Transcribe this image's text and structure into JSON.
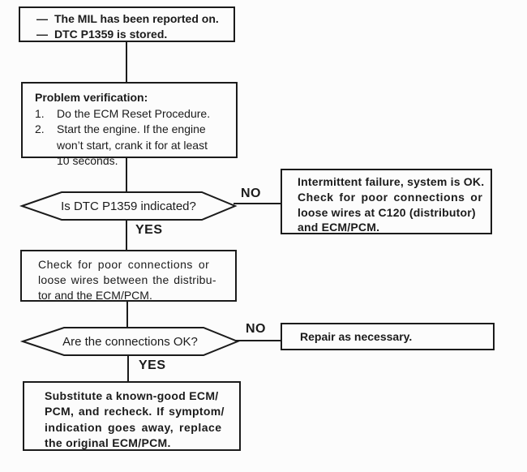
{
  "colors": {
    "ink": "#1b1b1b",
    "paper": "#fcfcfc"
  },
  "diagram": {
    "type": "flowchart",
    "nodes": {
      "start": {
        "bullet": "—",
        "lines": [
          "The MIL has been reported on.",
          "DTC P1359 is stored."
        ]
      },
      "verify": {
        "heading": "Problem verification:",
        "steps": [
          {
            "num": "1.",
            "lines": [
              "Do the ECM Reset Procedure."
            ]
          },
          {
            "num": "2.",
            "lines": [
              "Start the engine. If the engine",
              "won’t start, crank it for at least",
              "10 seconds."
            ]
          }
        ]
      },
      "decision_dtc": {
        "question": "Is DTC P1359 indicated?"
      },
      "intermittent": {
        "lines": [
          "Intermittent failure, system is OK.",
          "Check for poor connections or",
          "loose wires at C120 (distributor)",
          "and ECM/PCM."
        ]
      },
      "check_wires": {
        "lines": [
          "Check for poor connections or",
          "loose wires between the distribu-",
          "tor and the ECM/PCM."
        ]
      },
      "decision_connections": {
        "question": "Are the connections OK?"
      },
      "repair": {
        "lines": [
          "Repair as necessary."
        ]
      },
      "substitute": {
        "lines": [
          "Substitute a known-good ECM/",
          "PCM, and recheck. If symptom/",
          "indication goes away, replace",
          "the original ECM/PCM."
        ]
      }
    },
    "branch_labels": {
      "decision_dtc_no": "NO",
      "decision_dtc_yes": "YES",
      "decision_connections_no": "NO",
      "decision_connections_yes": "YES"
    }
  }
}
